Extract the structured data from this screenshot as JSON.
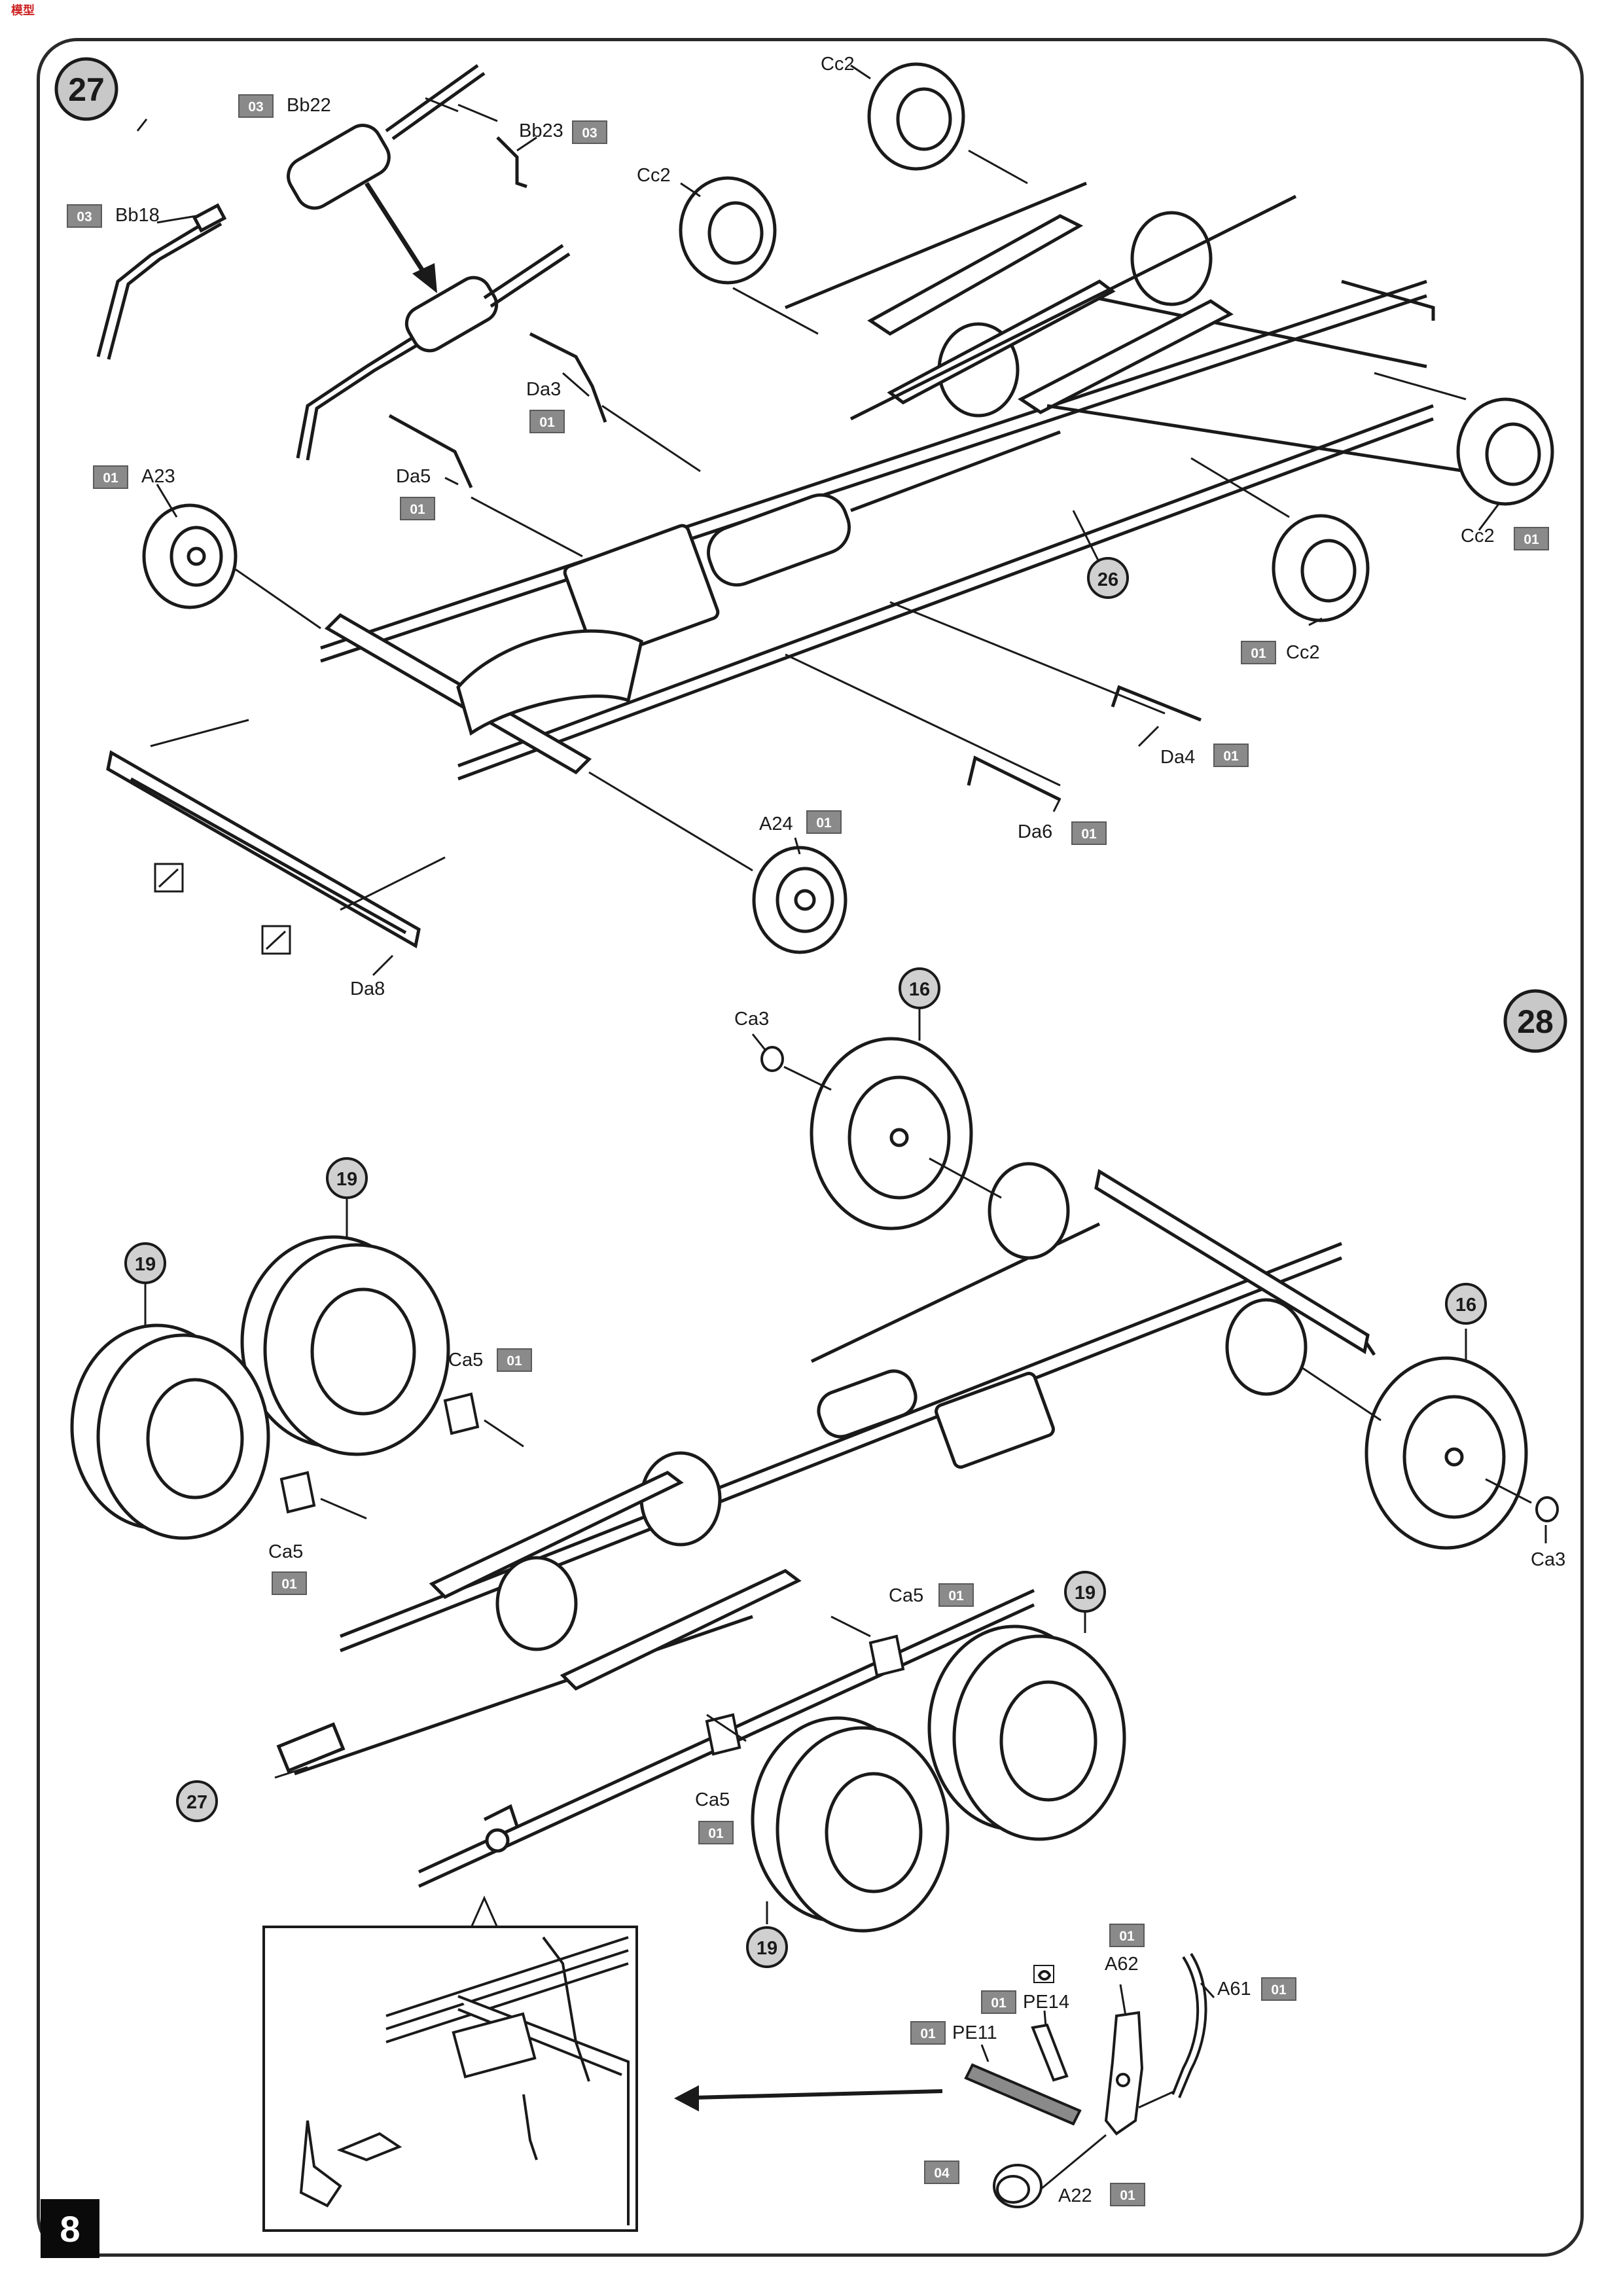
{
  "page": {
    "page_number": "8"
  },
  "brand": {
    "watermark": "模型"
  },
  "colors": {
    "ink": "#1a1a1a",
    "sprue_tag": "#8a8a8a",
    "step_bubble": "#c8c8c8",
    "sub_bubble": "#d0d0d0"
  },
  "steps": {
    "step27": {
      "number": "27"
    },
    "step28": {
      "number": "28"
    }
  },
  "subassembly_refs": {
    "ref_26": "26",
    "ref_16_top": "16",
    "ref_16_right": "16",
    "ref_19_left_a": "19",
    "ref_19_left_b": "19",
    "ref_19_right_a": "19",
    "ref_19_right_b": "19",
    "ref_27": "27"
  },
  "parts": {
    "bb22": "Bb22",
    "bb23": "Bb23",
    "bb18": "Bb18",
    "cc2_top": "Cc2",
    "cc2_left": "Cc2",
    "cc2_right": "Cc2",
    "cc2_bottom": "Cc2",
    "a23": "A23",
    "da3": "Da3",
    "da5": "Da5",
    "da4": "Da4",
    "da6": "Da6",
    "a24": "A24",
    "da8": "Da8",
    "ca3_top": "Ca3",
    "ca3_right": "Ca3",
    "ca5_a": "Ca5",
    "ca5_b": "Ca5",
    "ca5_c": "Ca5",
    "ca5_d": "Ca5",
    "a62": "A62",
    "pe14": "PE14",
    "pe11": "PE11",
    "a61": "A61",
    "a22": "A22"
  },
  "sprue_tags": {
    "bb22": "03",
    "bb23": "03",
    "bb18": "03",
    "a23": "01",
    "da3": "01",
    "da5": "01",
    "cc2_right": "01",
    "cc2_bottom": "01",
    "da4": "01",
    "da6": "01",
    "a24": "01",
    "ca5_a": "01",
    "ca5_b": "01",
    "ca5_c": "01",
    "ca5_d": "01",
    "a62": "01",
    "pe14": "01",
    "pe11": "01",
    "a61": "01",
    "a22_left": "04",
    "a22_right": "01"
  }
}
